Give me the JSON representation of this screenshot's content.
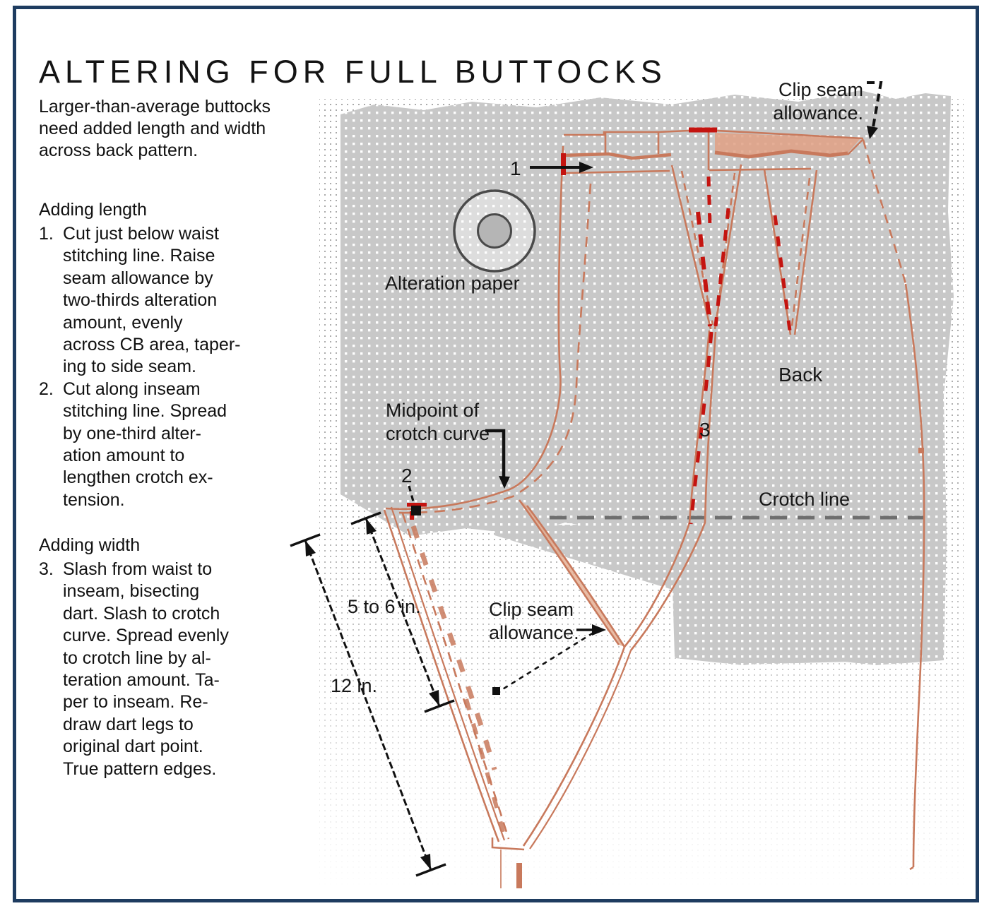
{
  "title": "ALTERING FOR FULL BUTTOCKS",
  "intro": {
    "lines": [
      "Larger-than-average buttocks",
      "need added length and width",
      "across back pattern."
    ]
  },
  "sections": {
    "adding_length": {
      "heading": "Adding length",
      "items": [
        {
          "number": "1.",
          "lines": [
            "Cut just below waist",
            "stitching line. Raise",
            "seam allowance by",
            "two-thirds alteration",
            "amount, evenly",
            "across CB area, taper-",
            "ing to side seam."
          ]
        },
        {
          "number": "2.",
          "lines": [
            "Cut along inseam",
            "stitching line. Spread",
            "by one-third alter-",
            "ation amount to",
            "lengthen crotch ex-",
            "tension."
          ]
        }
      ]
    },
    "adding_width": {
      "heading": "Adding width",
      "items": [
        {
          "number": "3.",
          "lines": [
            "Slash from waist to",
            "inseam, bisecting",
            "dart. Slash to crotch",
            "curve. Spread evenly",
            "to crotch line by al-",
            "teration amount. Ta-",
            "per to inseam. Re-",
            "draw dart legs to",
            "original dart point.",
            "True pattern edges."
          ]
        }
      ]
    }
  },
  "diagram": {
    "labels": {
      "clip_seam_top": [
        "Clip seam",
        "allowance."
      ],
      "clip_seam_bottom": [
        "Clip seam",
        "allowance."
      ],
      "alteration_paper": "Alteration paper",
      "midpoint": [
        "Midpoint of",
        "crotch curve"
      ],
      "back": "Back",
      "crotch_line": "Crotch line",
      "step1": "1",
      "step2": "2",
      "step3": "3",
      "dim_inseam": "5 to 6 in.",
      "dim_slash": "12 in."
    },
    "colors": {
      "pattern_line": "#c8795c",
      "cut_line_red": "#c41410",
      "paper_gray": "#c8c8c8",
      "band_fill": "#e0a084",
      "wedge_fill": "#e4ab8f",
      "crotch_dash": "#6e6e6e",
      "frame_navy": "#1e3c60",
      "annotation_black": "#111111"
    }
  }
}
